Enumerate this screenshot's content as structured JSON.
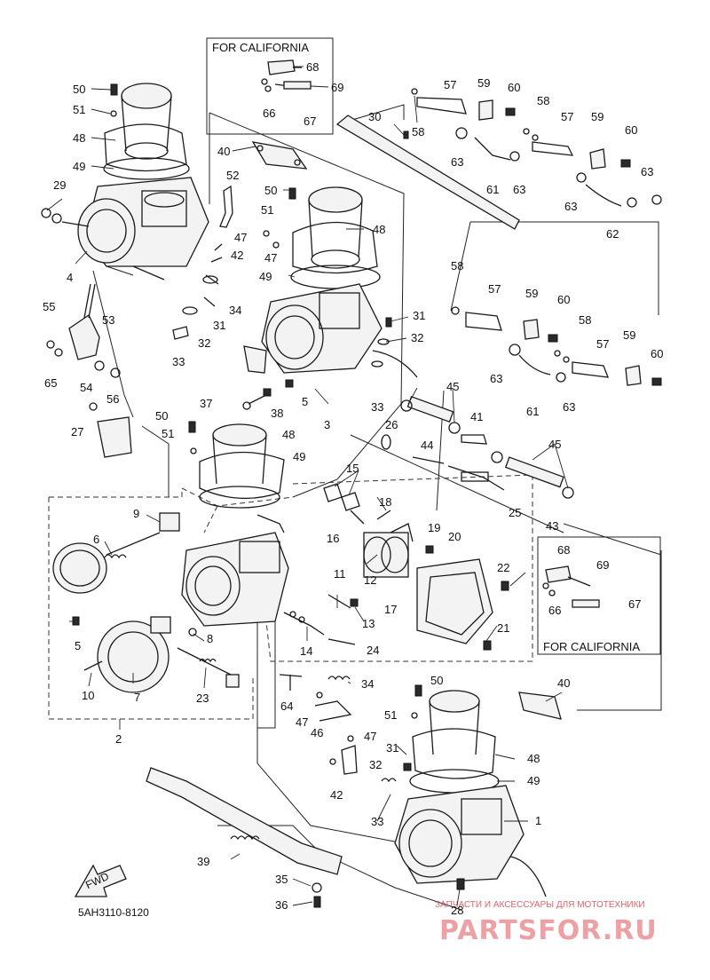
{
  "diagram": {
    "drawing_code": "5AH3110-8120",
    "boxes": {
      "california_top": "FOR CALIFORNIA",
      "california_bottom": "FOR CALIFORNIA"
    },
    "fwd_arrow": "FWD",
    "watermark": {
      "tagline": "ЗАПЧАСТИ И АКСЕССУАРЫ ДЛЯ МОТОТЕХНИКИ",
      "brand": "PARTSFOR.RU"
    },
    "callouts": {
      "c50a": "50",
      "c51a": "51",
      "c48a": "48",
      "c49a": "49",
      "c29": "29",
      "c4": "4",
      "c55": "55",
      "c53": "53",
      "c65": "65",
      "c54": "54",
      "c56": "56",
      "c68a": "68",
      "c69a": "69",
      "c66a": "66",
      "c67a": "67",
      "c40a": "40",
      "c52": "52",
      "c50b": "50",
      "c51b": "51",
      "c47a": "47",
      "c42a": "42",
      "c47b": "47",
      "c48b": "48",
      "c49b": "49",
      "c34a": "34",
      "c31a": "31",
      "c32a": "32",
      "c33a": "33",
      "c30": "30",
      "c58a": "58",
      "c57a": "57",
      "c59a": "59",
      "c60a": "60",
      "c63a": "63",
      "c61a": "61",
      "c63b": "63",
      "c58b": "58",
      "c57b": "57",
      "c59b": "59",
      "c60b": "60",
      "c63c": "63",
      "c62": "62",
      "c63d": "63",
      "c58c": "58",
      "c57c": "57",
      "c59c": "59",
      "c60c": "60",
      "c58d": "58",
      "c57d": "57",
      "c59d": "59",
      "c60d": "60",
      "c63e": "63",
      "c61b": "61",
      "c63f": "63",
      "c31b": "31",
      "c32b": "32",
      "c5a": "5",
      "c3": "3",
      "c33b": "33",
      "c37": "37",
      "c38": "38",
      "c50c": "50",
      "c51c": "51",
      "c48c": "48",
      "c49c": "49",
      "c27": "27",
      "c45a": "45",
      "c41": "41",
      "c26": "26",
      "c44": "44",
      "c45b": "45",
      "c15": "15",
      "c18": "18",
      "c16": "16",
      "c19": "19",
      "c20": "20",
      "c25": "25",
      "c43": "43",
      "c9": "9",
      "c6": "6",
      "c11": "11",
      "c12": "12",
      "c13": "13",
      "c17": "17",
      "c22": "22",
      "c21": "21",
      "c68b": "68",
      "c69b": "69",
      "c66b": "66",
      "c67b": "67",
      "c8": "8",
      "c5b": "5",
      "c14": "14",
      "c24": "24",
      "c10": "10",
      "c7": "7",
      "c23": "23",
      "c2": "2",
      "c64": "64",
      "c47c": "47",
      "c34b": "34",
      "c46": "46",
      "c50d": "50",
      "c51d": "51",
      "c40b": "40",
      "c47d": "47",
      "c31c": "31",
      "c48d": "48",
      "c32c": "32",
      "c49d": "49",
      "c42b": "42",
      "c33c": "33",
      "c1": "1",
      "c39": "39",
      "c35": "35",
      "c36": "36",
      "c28": "28"
    }
  }
}
